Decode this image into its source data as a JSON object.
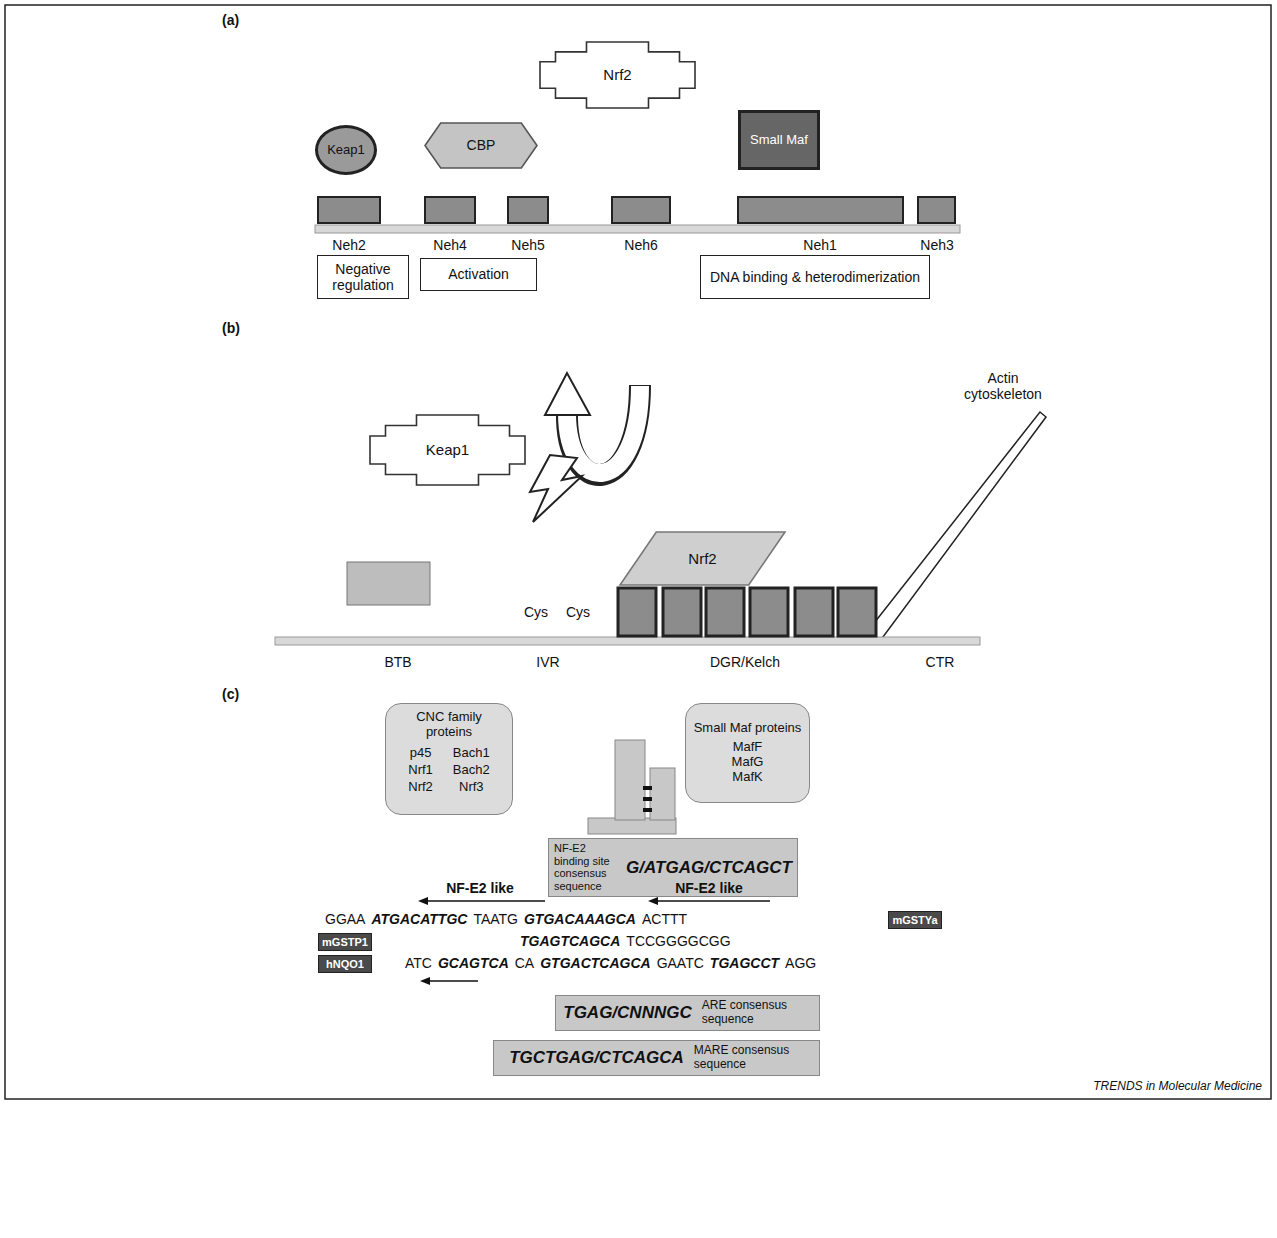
{
  "diagram": {
    "nodes": [
      {
        "text": [
          "Nrf2"
        ]
      },
      {
        "text": [
          "Keap1"
        ]
      },
      {
        "text": [
          "CBP"
        ]
      },
      {
        "text": [
          "Small Maf"
        ]
      },
      {
        "text": [
          "Negative regulation"
        ]
      },
      {
        "text": [
          "Activation"
        ]
      },
      {
        "text": [
          "DNA binding & heterodimerization"
        ]
      },
      {
        "text": [
          "Keap1"
        ]
      },
      {
        "text": [
          "Nrf2"
        ]
      },
      {
        "text": [
          "CNC family proteins",
          "p45",
          "Bach1",
          "Nrf1",
          "Bach2",
          "Nrf2",
          "Nrf3"
        ]
      },
      {
        "text": [
          "Small Maf proteins",
          "MafF",
          "MafG",
          "MafK"
        ]
      },
      {
        "text": [
          "NF-E2 binding site consensus sequence",
          "G/ATGAG/CTCAGCT"
        ]
      },
      {
        "text": [
          "mGSTYa"
        ]
      },
      {
        "text": [
          "mGSTP1"
        ]
      },
      {
        "text": [
          "hNQO1"
        ]
      },
      {
        "text": [
          "TGAG/CNNNGC",
          "ARE consensus sequence"
        ]
      },
      {
        "text": [
          "TGCTGAG/CTCAGCA",
          "MARE consensus sequence"
        ]
      }
    ],
    "labels": [
      "(a)",
      "Neh2",
      "Neh4",
      "Neh5",
      "Neh6",
      "Neh1",
      "Neh3",
      "(b)",
      "Actin cytoskeleton",
      "Cys",
      "Cys",
      "BTB",
      "IVR",
      "DGR/Kelch",
      "CTR",
      "(c)",
      "NF-E2 like",
      "NF-E2 like",
      "GGAA",
      "ATGACATTGC",
      "TAATG",
      "GTGACAAAGCA",
      "ACTTT",
      "TGAGTCAGCA",
      "TCCGGGGCGG",
      "ATC",
      "GCAGTCA",
      "CA",
      "GTGACTCAGCA",
      "GAATC",
      "TGAGCCT",
      "AGG",
      "TRENDS in Molecular Medicine"
    ]
  }
}
